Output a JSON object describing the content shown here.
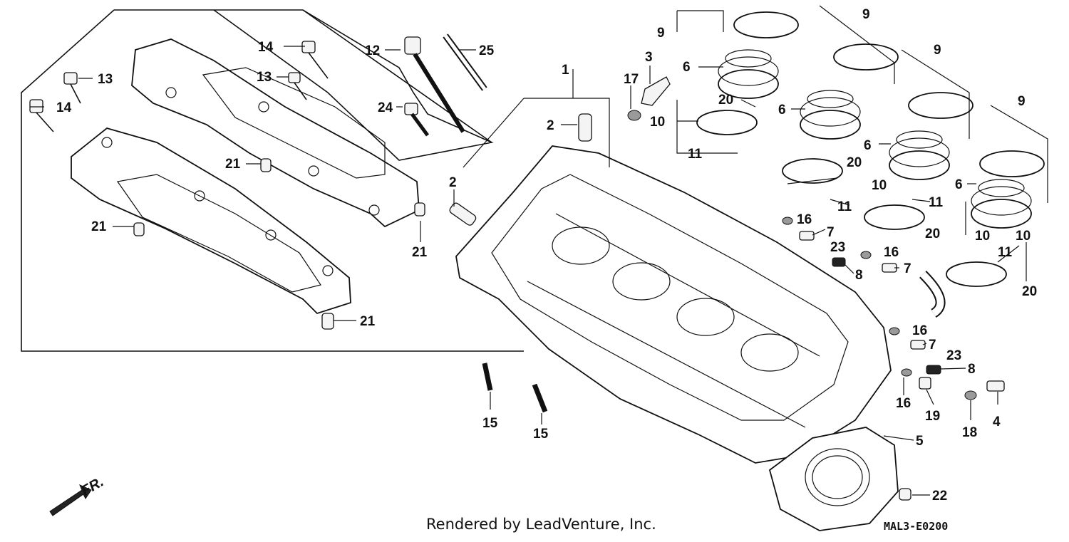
{
  "diagram": {
    "credit": "Rendered by LeadVenture, Inc.",
    "diagram_code": "MAL3-E0200",
    "direction_label": "FR.",
    "callouts": [
      {
        "id": "c1",
        "label": "1"
      },
      {
        "id": "c2a",
        "label": "2"
      },
      {
        "id": "c2b",
        "label": "2"
      },
      {
        "id": "c3",
        "label": "3"
      },
      {
        "id": "c4",
        "label": "4"
      },
      {
        "id": "c5",
        "label": "5"
      },
      {
        "id": "c6a",
        "label": "6"
      },
      {
        "id": "c6b",
        "label": "6"
      },
      {
        "id": "c6c",
        "label": "6"
      },
      {
        "id": "c6d",
        "label": "6"
      },
      {
        "id": "c7a",
        "label": "7"
      },
      {
        "id": "c7b",
        "label": "7"
      },
      {
        "id": "c7c",
        "label": "7"
      },
      {
        "id": "c8a",
        "label": "8"
      },
      {
        "id": "c8b",
        "label": "8"
      },
      {
        "id": "c9a",
        "label": "9"
      },
      {
        "id": "c9b",
        "label": "9"
      },
      {
        "id": "c9c",
        "label": "9"
      },
      {
        "id": "c9d",
        "label": "9"
      },
      {
        "id": "c10a",
        "label": "10"
      },
      {
        "id": "c10b",
        "label": "10"
      },
      {
        "id": "c10c",
        "label": "10"
      },
      {
        "id": "c10d",
        "label": "10"
      },
      {
        "id": "c11a",
        "label": "11"
      },
      {
        "id": "c11b",
        "label": "11"
      },
      {
        "id": "c11c",
        "label": "11"
      },
      {
        "id": "c11d",
        "label": "11"
      },
      {
        "id": "c12",
        "label": "12"
      },
      {
        "id": "c13a",
        "label": "13"
      },
      {
        "id": "c13b",
        "label": "13"
      },
      {
        "id": "c14a",
        "label": "14"
      },
      {
        "id": "c14b",
        "label": "14"
      },
      {
        "id": "c15a",
        "label": "15"
      },
      {
        "id": "c15b",
        "label": "15"
      },
      {
        "id": "c16a",
        "label": "16"
      },
      {
        "id": "c16b",
        "label": "16"
      },
      {
        "id": "c16c",
        "label": "16"
      },
      {
        "id": "c16d",
        "label": "16"
      },
      {
        "id": "c17",
        "label": "17"
      },
      {
        "id": "c18",
        "label": "18"
      },
      {
        "id": "c19",
        "label": "19"
      },
      {
        "id": "c20a",
        "label": "20"
      },
      {
        "id": "c20b",
        "label": "20"
      },
      {
        "id": "c20c",
        "label": "20"
      },
      {
        "id": "c20d",
        "label": "20"
      },
      {
        "id": "c21a",
        "label": "21"
      },
      {
        "id": "c21b",
        "label": "21"
      },
      {
        "id": "c21c",
        "label": "21"
      },
      {
        "id": "c21d",
        "label": "21"
      },
      {
        "id": "c22",
        "label": "22"
      },
      {
        "id": "c23a",
        "label": "23"
      },
      {
        "id": "c23b",
        "label": "23"
      },
      {
        "id": "c24",
        "label": "24"
      },
      {
        "id": "c25",
        "label": "25"
      }
    ]
  }
}
